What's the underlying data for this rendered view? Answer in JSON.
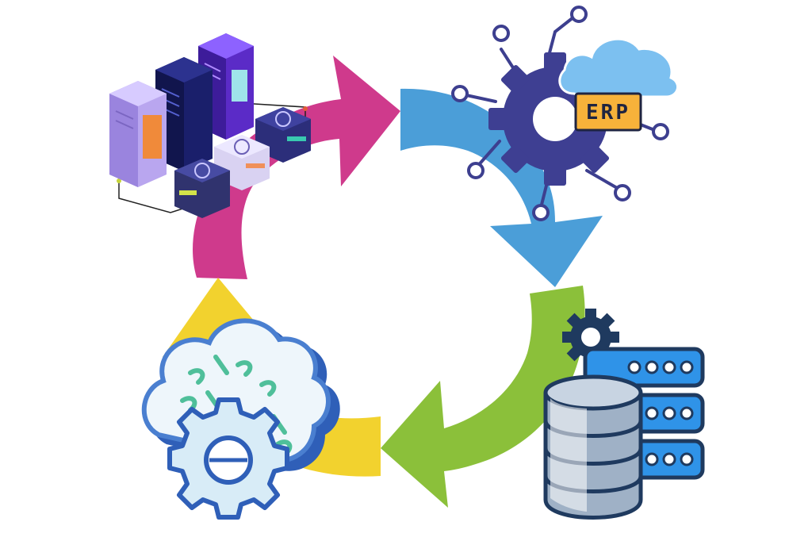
{
  "diagram": {
    "erp_label": "ERP",
    "arrows": [
      {
        "name": "magenta",
        "color": "#cf3a8c"
      },
      {
        "name": "blue",
        "color": "#4b9ed8"
      },
      {
        "name": "green",
        "color": "#8bc03a"
      },
      {
        "name": "yellow",
        "color": "#f2d22e"
      }
    ],
    "icons": [
      "server-rack-icon",
      "erp-gear-cloud-icon",
      "database-server-icon",
      "cloud-gear-code-icon"
    ]
  }
}
